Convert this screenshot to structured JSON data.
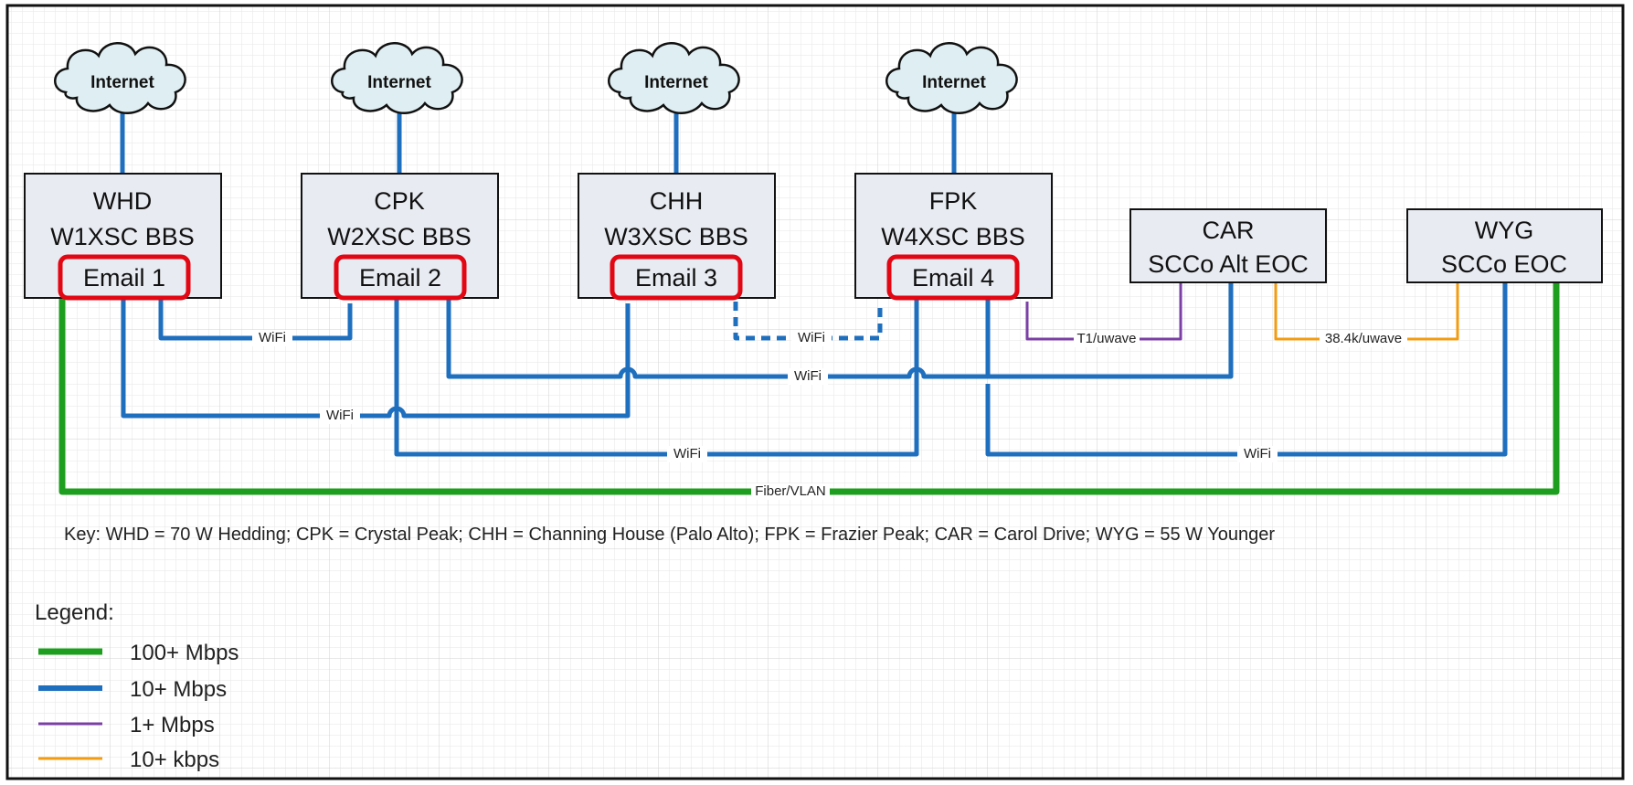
{
  "colors": {
    "fiber": "#1e9e1e",
    "wifi": "#1f6fbf",
    "mbps1": "#7b3fa6",
    "kbps10": "#f39c12",
    "email_highlight": "#e30613"
  },
  "clouds": [
    {
      "label": "Internet"
    },
    {
      "label": "Internet"
    },
    {
      "label": "Internet"
    },
    {
      "label": "Internet"
    }
  ],
  "nodes": [
    {
      "site": "WHD",
      "name": "W1XSC BBS",
      "email": "Email 1"
    },
    {
      "site": "CPK",
      "name": "W2XSC BBS",
      "email": "Email 2"
    },
    {
      "site": "CHH",
      "name": "W3XSC BBS",
      "email": "Email 3"
    },
    {
      "site": "FPK",
      "name": "W4XSC BBS",
      "email": "Email 4"
    },
    {
      "site": "CAR",
      "name": "SCCo Alt EOC"
    },
    {
      "site": "WYG",
      "name": "SCCo EOC"
    }
  ],
  "links": [
    {
      "label": "WiFi"
    },
    {
      "label": "WiFi"
    },
    {
      "label": "WiFi"
    },
    {
      "label": "WiFi"
    },
    {
      "label": "WiFi"
    },
    {
      "label": "WiFi"
    },
    {
      "label": "T1/uwave"
    },
    {
      "label": "38.4k/uwave"
    },
    {
      "label": "Fiber/VLAN"
    }
  ],
  "key": "Key:  WHD = 70 W Hedding; CPK = Crystal Peak; CHH = Channing House (Palo Alto); FPK = Frazier Peak; CAR = Carol Drive; WYG = 55 W Younger",
  "legend": {
    "title": "Legend:",
    "items": [
      {
        "label": "100+ Mbps",
        "color": "#1e9e1e"
      },
      {
        "label": "10+ Mbps",
        "color": "#1f6fbf"
      },
      {
        "label": "1+ Mbps",
        "color": "#7b3fa6"
      },
      {
        "label": "10+ kbps",
        "color": "#f39c12"
      }
    ]
  }
}
